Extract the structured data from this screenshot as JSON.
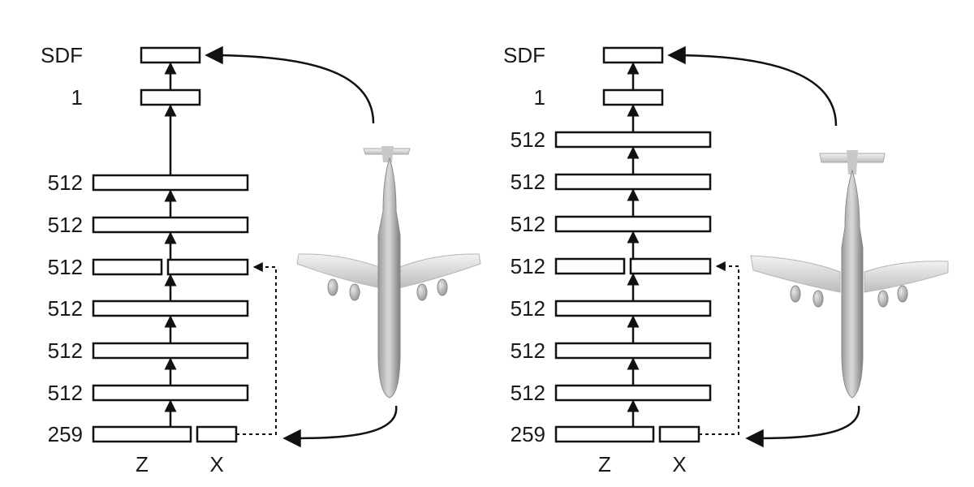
{
  "diagrams": [
    {
      "id": "left",
      "layers": [
        {
          "label": "SDF"
        },
        {
          "label": "1"
        },
        {
          "label": "512"
        },
        {
          "label": "512"
        },
        {
          "label": "512",
          "split": true
        },
        {
          "label": "512"
        },
        {
          "label": "512"
        },
        {
          "label": "512"
        },
        {
          "label": "259",
          "split": true
        }
      ],
      "input_labels": {
        "z": "Z",
        "x": "X"
      }
    },
    {
      "id": "right",
      "layers": [
        {
          "label": "SDF"
        },
        {
          "label": "1"
        },
        {
          "label": "512"
        },
        {
          "label": "512"
        },
        {
          "label": "512"
        },
        {
          "label": "512",
          "split": true
        },
        {
          "label": "512"
        },
        {
          "label": "512"
        },
        {
          "label": "512"
        },
        {
          "label": "259",
          "split": true
        }
      ],
      "input_labels": {
        "z": "Z",
        "x": "X"
      }
    }
  ],
  "colors": {
    "stroke": "#111111",
    "plane_light": "#e8e8e8",
    "plane_dark": "#8a8a8a"
  },
  "icons": [
    "airplane-icon"
  ]
}
